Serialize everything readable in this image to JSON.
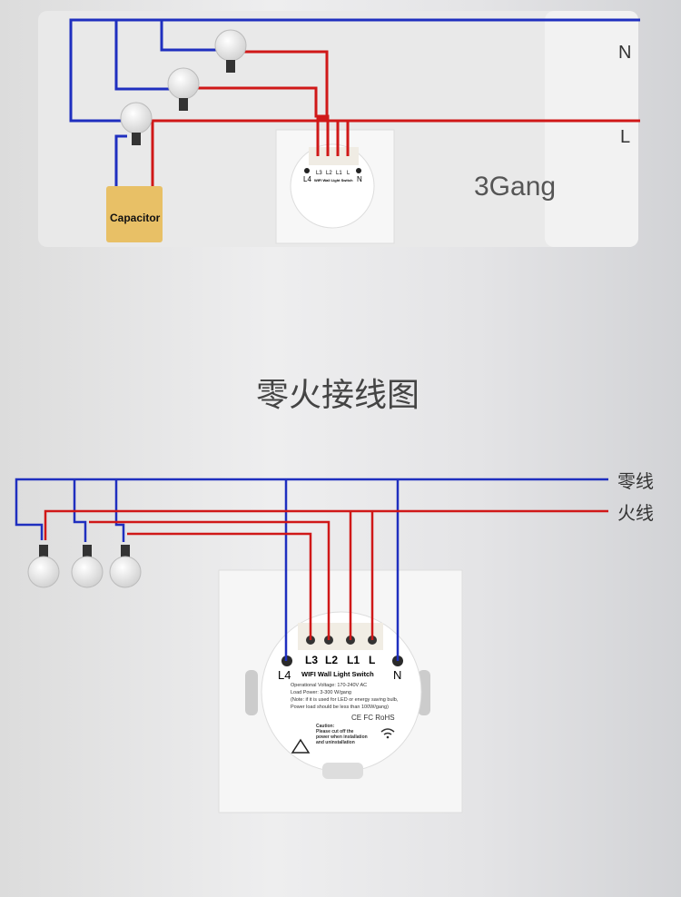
{
  "top_diagram": {
    "neutral_label": "N",
    "live_label": "L",
    "gang_label": "3Gang",
    "capacitor_label": "Capacitor",
    "switch": {
      "terminals": [
        "L3",
        "L2",
        "L1",
        "L"
      ],
      "left_terminal": "L4",
      "right_terminal": "N",
      "product_name": "WIFI Wall Light Switch"
    }
  },
  "title": "零火接线图",
  "bottom_diagram": {
    "neutral_label": "零线",
    "live_label": "火线",
    "switch": {
      "terminals": [
        "L3",
        "L2",
        "L1",
        "L"
      ],
      "left_terminal": "L4",
      "right_terminal": "N",
      "product_name": "WIFI Wall Light Switch",
      "spec_lines": [
        "Operational Voltage: 170-240V AC",
        "Load Power: 3-300 W/gang",
        "(Note: if it is used for LED or energy saving bulb,",
        "Power load should be less than 100W/gang)"
      ],
      "certifications": "CE FC RoHS",
      "caution_lines": [
        "Caution:",
        "Please cut off the",
        "power when installation",
        "and uninstallation"
      ]
    }
  },
  "colors": {
    "neutral_wire": "#1f2fbf",
    "live_wire": "#d01818",
    "capacitor": "#e8c066"
  }
}
